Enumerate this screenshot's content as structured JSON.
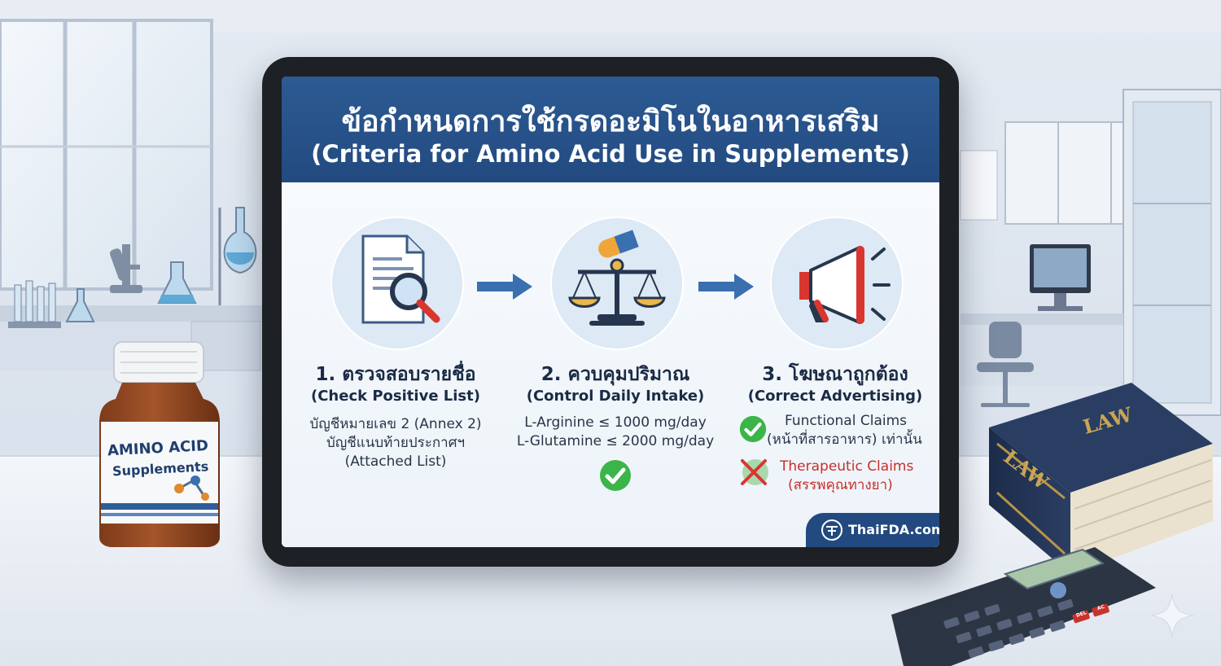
{
  "card": {
    "title_th": "ข้อกำหนดการใช้กรดอะมิโนในอาหารเสริม",
    "title_en": "(Criteria for Amino Acid Use in Supplements)"
  },
  "steps": [
    {
      "title": "1. ตรวจสอบรายชื่อ",
      "subtitle": "(Check Positive List)",
      "lines": [
        "บัญชีหมายเลข 2 (Annex 2)",
        "บัญชีแนบท้ายประกาศฯ",
        "(Attached List)"
      ]
    },
    {
      "title": "2. ควบคุมปริมาณ",
      "subtitle": "(Control Daily Intake)",
      "lines": [
        "L-Arginine ≤ 1000 mg/day",
        "L-Glutamine ≤ 2000 mg/day"
      ]
    },
    {
      "title": "3. โฆษณาถูกต้อง",
      "subtitle": "(Correct Advertising)",
      "allowed": [
        "Functional Claims",
        "(หน้าที่สารอาหาร) เท่านั้น"
      ],
      "denied": [
        "Therapeutic Claims",
        "(สรรพคุณทางยา)"
      ]
    }
  ],
  "brand": "ThaiFDA.com",
  "bottle": {
    "line1": "AMINO ACID",
    "line2": "Supplements"
  },
  "book": {
    "spine": "LAW",
    "cover": "LAW"
  },
  "calculator": {
    "key_red_1": "DEL",
    "key_red_2": "AC"
  },
  "colors": {
    "banner": "#224a80",
    "check_green": "#3bb54a",
    "deny_red": "#d8362f",
    "arrow_blue": "#3a6fb0"
  }
}
